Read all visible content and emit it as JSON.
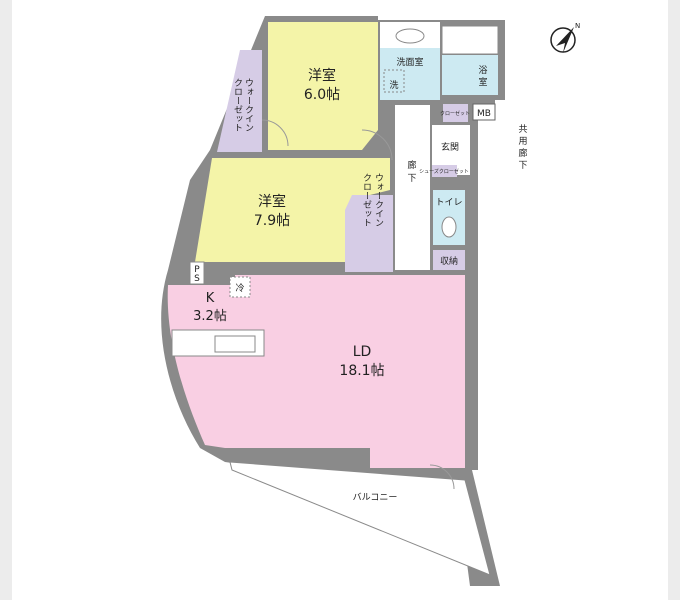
{
  "plan": {
    "rooms": {
      "western1": {
        "name": "洋室",
        "size": "6.0帖"
      },
      "western2": {
        "name": "洋室",
        "size": "7.9帖"
      },
      "ld": {
        "name": "LD",
        "size": "18.1帖"
      },
      "kitchen": {
        "name": "K",
        "size": "3.2帖"
      },
      "washroom": "洗面室",
      "washer": "洗",
      "bath": [
        "浴",
        "室"
      ],
      "toilet": "トイレ",
      "storage": "収納",
      "entrance": "玄関",
      "hallway": [
        "廊",
        "下"
      ],
      "balcony": "バルコニー",
      "mb": "MB",
      "fridge": "冷",
      "ps": [
        "P",
        "S"
      ],
      "wic1": [
        "ウォークイン",
        "クローゼット"
      ],
      "wic2": [
        "ウォークイン",
        "クローゼット"
      ],
      "closet": "クローゼット",
      "shoes": "シューズクローゼット",
      "common_corridor": [
        "共",
        "用",
        "廊",
        "下"
      ]
    },
    "colors": {
      "western": "#f4f4a8",
      "ld": "#f9cfe3",
      "wet": "#cdeaf2",
      "closet": "#d6cce6",
      "wall": "#8a8a8a"
    },
    "compass_icon": "north-arrow-icon"
  }
}
